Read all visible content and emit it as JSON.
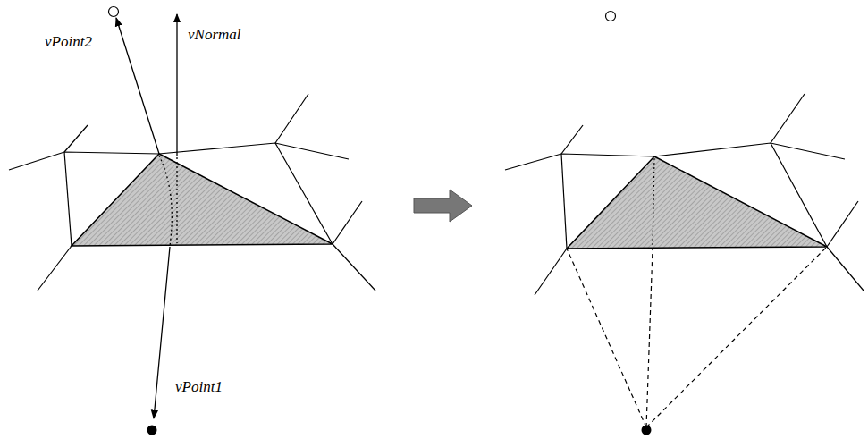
{
  "diagram": {
    "labels": [
      "vPoint2",
      "vNormal",
      "vPoint1"
    ]
  }
}
